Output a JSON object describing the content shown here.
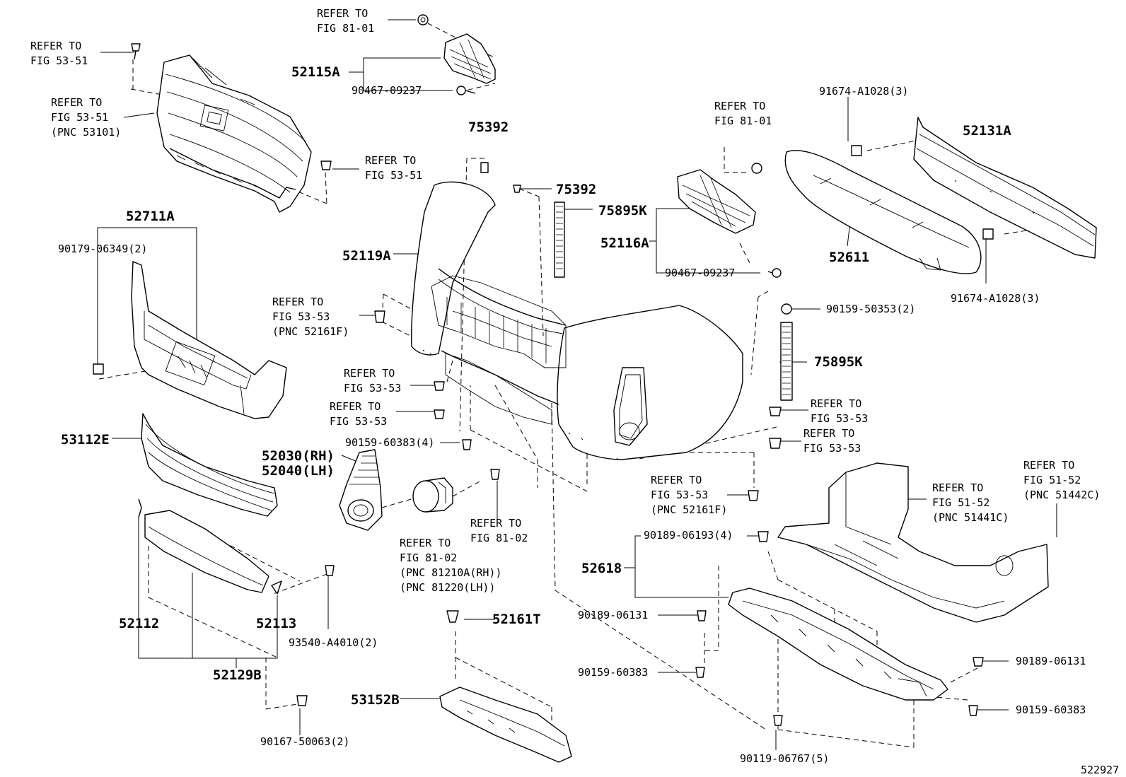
{
  "diagram_id": "522927",
  "labels": [
    {
      "id": "l1",
      "lines": [
        "REFER TO",
        "FIG 81-01"
      ]
    },
    {
      "id": "l2",
      "lines": [
        "REFER TO",
        "FIG 53-51"
      ]
    },
    {
      "id": "l3",
      "lines": [
        "52115A"
      ]
    },
    {
      "id": "l4",
      "lines": [
        "90467-09237"
      ]
    },
    {
      "id": "l5",
      "lines": [
        "REFER TO",
        "FIG 53-51",
        "(PNC 53101)"
      ]
    },
    {
      "id": "l6",
      "lines": [
        "75392"
      ]
    },
    {
      "id": "l7",
      "lines": [
        "REFER TO",
        "FIG 53-51"
      ]
    },
    {
      "id": "l8",
      "lines": [
        "75392"
      ]
    },
    {
      "id": "l9",
      "lines": [
        "75895K"
      ]
    },
    {
      "id": "l10",
      "lines": [
        "REFER TO",
        "FIG 81-01"
      ]
    },
    {
      "id": "l11",
      "lines": [
        "91674-A1028(3)"
      ]
    },
    {
      "id": "l12",
      "lines": [
        "52131A"
      ]
    },
    {
      "id": "l13",
      "lines": [
        "52711A"
      ]
    },
    {
      "id": "l14",
      "lines": [
        "90179-06349(2)"
      ]
    },
    {
      "id": "l15",
      "lines": [
        "52116A"
      ]
    },
    {
      "id": "l16",
      "lines": [
        "52119A"
      ]
    },
    {
      "id": "l17",
      "lines": [
        "52611"
      ]
    },
    {
      "id": "l18",
      "lines": [
        "90467-09237"
      ]
    },
    {
      "id": "l19",
      "lines": [
        "91674-A1028(3)"
      ]
    },
    {
      "id": "l20",
      "lines": [
        "REFER TO",
        "FIG 53-53",
        "(PNC 52161F)"
      ]
    },
    {
      "id": "l21",
      "lines": [
        "90159-50353(2)"
      ]
    },
    {
      "id": "l22",
      "lines": [
        "75895K"
      ]
    },
    {
      "id": "l23",
      "lines": [
        "REFER TO",
        "FIG 53-53"
      ]
    },
    {
      "id": "l24",
      "lines": [
        "REFER TO",
        "FIG 53-53"
      ]
    },
    {
      "id": "l25",
      "lines": [
        "REFER TO",
        "FIG 53-53"
      ]
    },
    {
      "id": "l26",
      "lines": [
        "REFER TO",
        "FIG 53-53"
      ]
    },
    {
      "id": "l27",
      "lines": [
        "53112E"
      ]
    },
    {
      "id": "l28",
      "lines": [
        "90159-60383(4)"
      ]
    },
    {
      "id": "l29",
      "lines": [
        "52030(RH)",
        "52040(LH)"
      ]
    },
    {
      "id": "l30",
      "lines": [
        "REFER TO",
        "FIG 51-52",
        "(PNC 51442C)"
      ]
    },
    {
      "id": "l31",
      "lines": [
        "REFER TO",
        "FIG 53-53",
        "(PNC 52161F)"
      ]
    },
    {
      "id": "l32",
      "lines": [
        "REFER TO",
        "FIG 51-52",
        "(PNC 51441C)"
      ]
    },
    {
      "id": "l33",
      "lines": [
        "REFER TO",
        "FIG 81-02"
      ]
    },
    {
      "id": "l34",
      "lines": [
        "REFER TO",
        "FIG 81-02",
        "(PNC 81210A(RH))",
        "(PNC 81220(LH))"
      ]
    },
    {
      "id": "l35",
      "lines": [
        "90189-06193(4)"
      ]
    },
    {
      "id": "l36",
      "lines": [
        "52618"
      ]
    },
    {
      "id": "l37",
      "lines": [
        "90189-06131"
      ]
    },
    {
      "id": "l38",
      "lines": [
        "52161T"
      ]
    },
    {
      "id": "l39",
      "lines": [
        "52112"
      ]
    },
    {
      "id": "l40",
      "lines": [
        "52113"
      ]
    },
    {
      "id": "l41",
      "lines": [
        "93540-A4010(2)"
      ]
    },
    {
      "id": "l42",
      "lines": [
        "90189-06131"
      ]
    },
    {
      "id": "l43",
      "lines": [
        "90159-60383"
      ]
    },
    {
      "id": "l44",
      "lines": [
        "52129B"
      ]
    },
    {
      "id": "l45",
      "lines": [
        "90159-60383"
      ]
    },
    {
      "id": "l46",
      "lines": [
        "53152B"
      ]
    },
    {
      "id": "l47",
      "lines": [
        "90167-50063(2)"
      ]
    },
    {
      "id": "l48",
      "lines": [
        "90119-06767(5)"
      ]
    }
  ]
}
